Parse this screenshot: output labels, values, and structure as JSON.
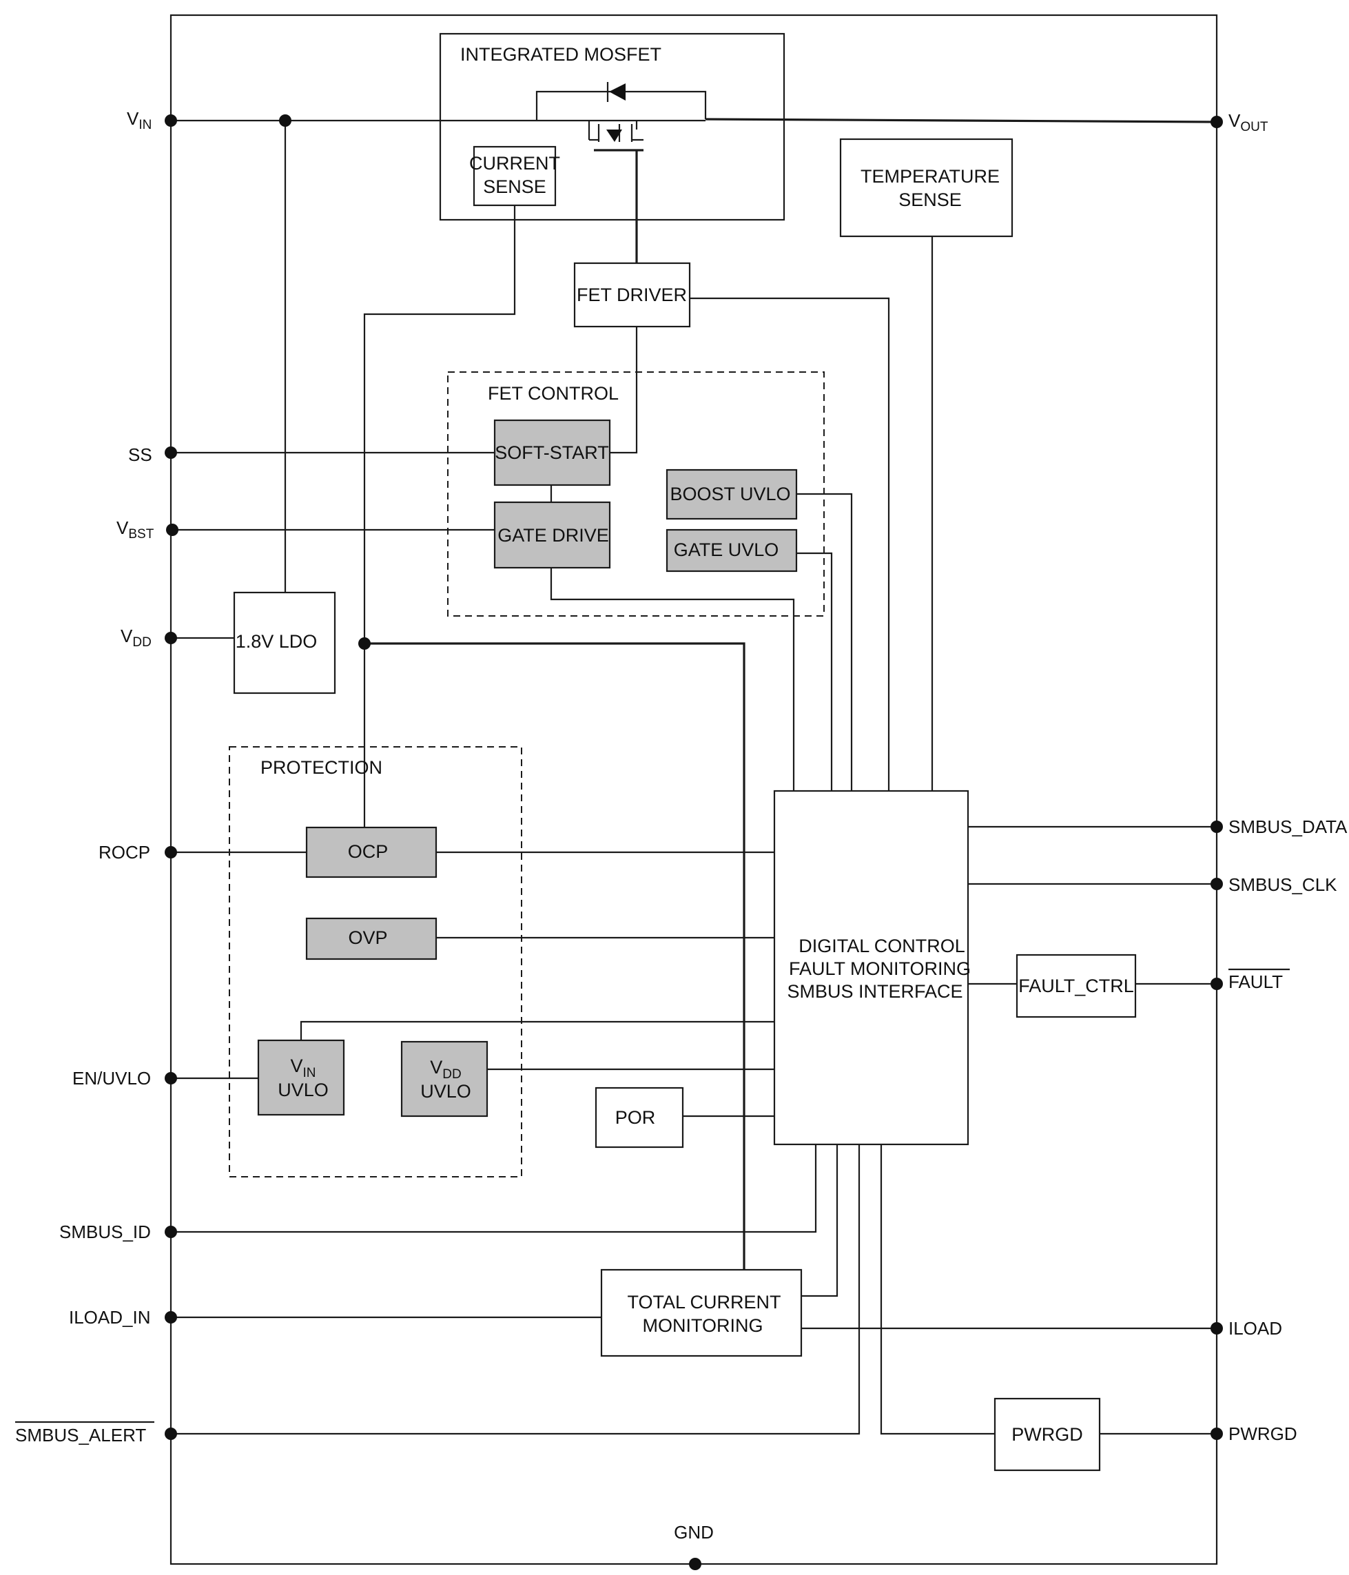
{
  "diagram": {
    "blocks": {
      "integrated_mosfet": "INTEGRATED MOSFET",
      "current_sense": [
        "CURRENT",
        "SENSE"
      ],
      "temperature_sense": [
        "TEMPERATURE",
        "SENSE"
      ],
      "fet_driver": "FET DRIVER",
      "fet_control": "FET CONTROL",
      "soft_start": "SOFT-START",
      "gate_drive": "GATE DRIVE",
      "boost_uvlo": "BOOST UVLO",
      "gate_uvlo": "GATE UVLO",
      "ldo": "1.8V LDO",
      "protection": "PROTECTION",
      "ocp": "OCP",
      "ovp": "OVP",
      "vin_uvlo": {
        "main": "V",
        "sub": "IN",
        "line2": "UVLO"
      },
      "vdd_uvlo": {
        "main": "V",
        "sub": "DD",
        "line2": "UVLO"
      },
      "por": "POR",
      "digital_control": [
        "DIGITAL CONTROL",
        "FAULT MONITORING",
        "SMBUS INTERFACE"
      ],
      "fault_ctrl": "FAULT_CTRL",
      "total_current": [
        "TOTAL CURRENT",
        "MONITORING"
      ],
      "pwrgd_block": "PWRGD"
    },
    "pins_left": {
      "vin": {
        "main": "V",
        "sub": "IN"
      },
      "ss": "SS",
      "vbst": {
        "main": "V",
        "sub": "BST"
      },
      "vdd": {
        "main": "V",
        "sub": "DD"
      },
      "rocp": "ROCP",
      "en_uvlo": "EN/UVLO",
      "smbus_id": "SMBUS_ID",
      "iload_in": "ILOAD_IN",
      "smbus_alert": "SMBUS_ALERT"
    },
    "pins_right": {
      "vout": {
        "main": "V",
        "sub": "OUT"
      },
      "smbus_data": "SMBUS_DATA",
      "smbus_clk": "SMBUS_CLK",
      "fault": "FAULT",
      "iload": "ILOAD",
      "pwrgd": "PWRGD"
    },
    "pin_bottom": {
      "gnd": "GND"
    }
  }
}
